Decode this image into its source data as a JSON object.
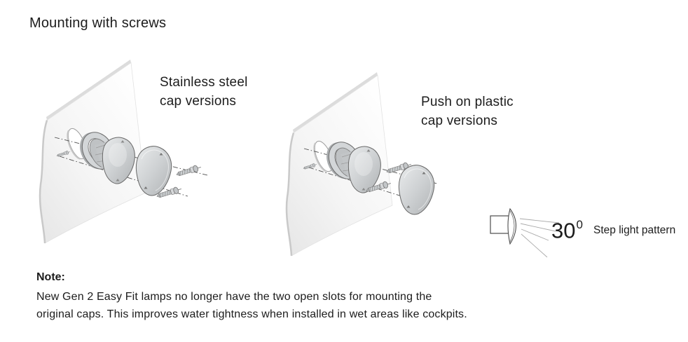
{
  "page": {
    "title": "Mounting with screws",
    "background_color": "#ffffff",
    "text_color": "#1c1c1c"
  },
  "diagrams": [
    {
      "name": "stainless-steel-cap-mounting",
      "label": {
        "line1": "Stainless steel",
        "line2": "cap versions"
      }
    },
    {
      "name": "push-on-plastic-cap-mounting",
      "label": {
        "line1": "Push on plastic",
        "line2": "cap versions"
      }
    }
  ],
  "beam_pattern": {
    "angle": "30",
    "angle_superscript": "0",
    "label": "Step light pattern"
  },
  "note": {
    "heading": "Note:",
    "line1": "New Gen 2 Easy Fit lamps no longer have the two open slots for mounting the",
    "line2": "original caps. This improves water tightness when installed in wet areas like cockpits."
  },
  "colors": {
    "line_color": "#4f4f4f",
    "panel_fill": "#f2f2f2",
    "metal_fill": "#c9ccce"
  }
}
